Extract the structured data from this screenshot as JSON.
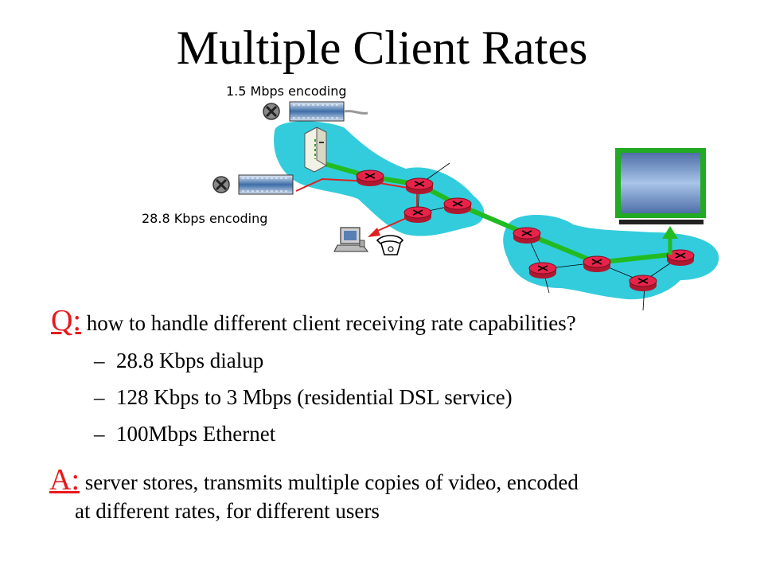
{
  "title": "Multiple Client Rates",
  "diagram": {
    "label_high": "1.5 Mbps encoding",
    "label_low": "28.8 Kbps encoding",
    "colors": {
      "cloud": "#33ccdd",
      "router": "#e8234a",
      "high_path": "#22bb22",
      "low_path": "#dd2222",
      "monitor_frame": "#22aa22"
    }
  },
  "question": {
    "lead": "Q:",
    "text": "how to handle different client receiving rate capabilities?",
    "items": [
      "28.8 Kbps dialup",
      "128 Kbps to 3 Mbps (residential DSL service)",
      "100Mbps Ethernet"
    ]
  },
  "answer": {
    "lead": "A:",
    "line1": "server stores, transmits multiple copies of video, encoded",
    "line2": "at different rates, for different users"
  }
}
